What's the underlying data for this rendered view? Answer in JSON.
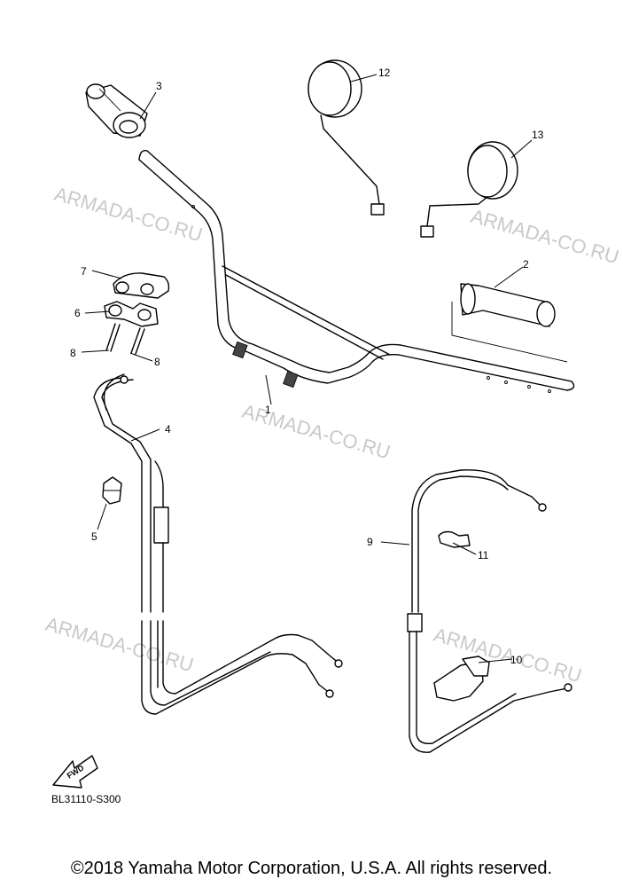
{
  "diagram": {
    "code": "BL31110-S300",
    "fwd_label": "FWD",
    "watermark": "ARMADA-CO.RU",
    "callouts": [
      "1",
      "2",
      "3",
      "4",
      "5",
      "6",
      "7",
      "8",
      "8",
      "9",
      "10",
      "11",
      "12",
      "13"
    ]
  },
  "footer": {
    "copyright": "©2018 Yamaha Motor Corporation, U.S.A. All rights reserved."
  }
}
